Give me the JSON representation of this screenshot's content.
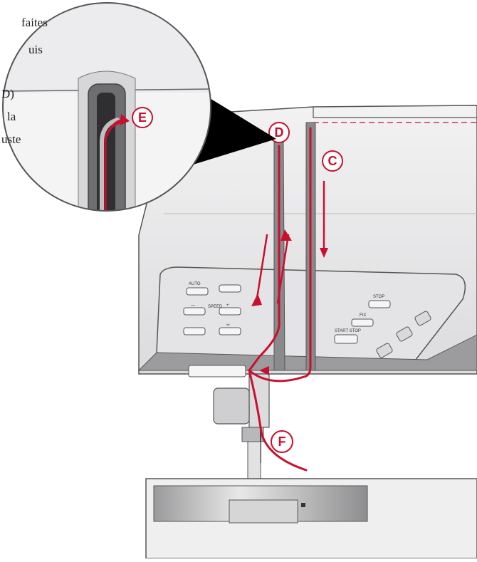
{
  "text_fragments": [
    "faites",
    "uis",
    "D)",
    "la",
    "uste"
  ],
  "callouts": {
    "c": "C",
    "d": "D",
    "e": "E",
    "f": "F"
  },
  "panel_buttons": {
    "auto": "AUTO",
    "speed": "SPEED",
    "stop": "STOP",
    "start_stop": "START STOP",
    "fix": "FIX"
  },
  "colors": {
    "thread": "#c8102e",
    "machine_body": "#e9e9ea",
    "outline": "#555555",
    "dark_gray": "#7a7a7c"
  },
  "icons": [
    "needle-up-down-icon",
    "reverse-icon",
    "minus-icon",
    "plus-icon",
    "needle-position-icon",
    "scissors-icon",
    "presser-foot-icon",
    "direction-icon",
    "pattern-icon"
  ]
}
